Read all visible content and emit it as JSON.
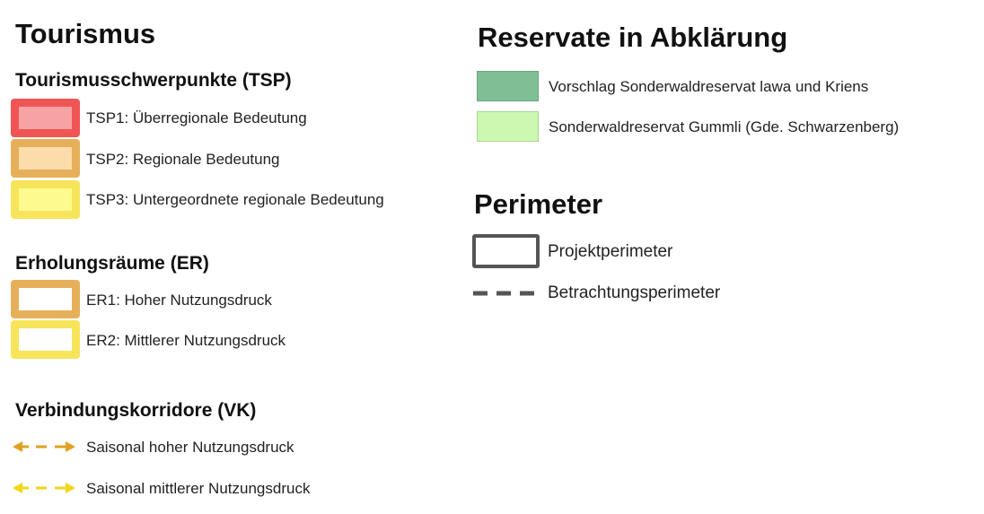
{
  "tourismus": {
    "title": "Tourismus",
    "tsp": {
      "heading": "Tourismusschwerpunkte (TSP)",
      "items": [
        {
          "label": "TSP1: Überregionale Bedeutung",
          "border": "#f05555",
          "fill": "#f7a3a3"
        },
        {
          "label": "TSP2: Regionale Bedeutung",
          "border": "#e6b05a",
          "fill": "#fbdcaa"
        },
        {
          "label": "TSP3: Untergeordnete regionale Bedeutung",
          "border": "#f7e45a",
          "fill": "#fdfb90"
        }
      ]
    },
    "er": {
      "heading": "Erholungsräume (ER)",
      "items": [
        {
          "label": "ER1: Hoher Nutzungsdruck",
          "border": "#e6b05a",
          "fill": "#ffffff"
        },
        {
          "label": "ER2: Mittlerer Nutzungsdruck",
          "border": "#f7e45a",
          "fill": "#ffffff"
        }
      ]
    },
    "vk": {
      "heading": "Verbindungskorridore (VK)",
      "items": [
        {
          "label": "Saisonal hoher Nutzungsdruck",
          "color": "#e0a020"
        },
        {
          "label": "Saisonal mittlerer Nutzungsdruck",
          "color": "#f2d61a"
        }
      ]
    }
  },
  "reservate": {
    "title": "Reservate in Abklärung",
    "items": [
      {
        "label": "Vorschlag Sonderwaldreservat lawa und Kriens",
        "fill": "#80bf95"
      },
      {
        "label": "Sonderwaldreservat Gummli (Gde. Schwarzenberg)",
        "fill": "#ccf8b2"
      }
    ]
  },
  "perimeter": {
    "title": "Perimeter",
    "items": [
      {
        "label": "Projektperimeter",
        "color": "#555555"
      },
      {
        "label": "Betrachtungsperimeter",
        "color": "#555555"
      }
    ]
  }
}
